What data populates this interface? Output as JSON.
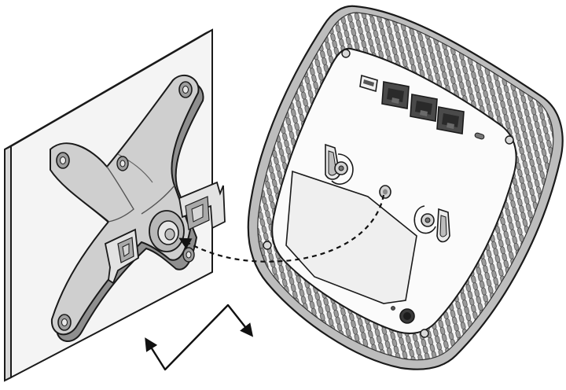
{
  "figure": {
    "kind": "installation-illustration",
    "steps": [
      "mount-bracket-on-wall",
      "align-access-point",
      "rotate-to-lock"
    ]
  },
  "colors": {
    "background": "#ffffff",
    "outline": "#1a1a1a",
    "bracket_fill": "#c9c9c9",
    "bracket_shadow": "#8f8f8f",
    "wall_fill": "#f2f2f2",
    "ap_rim": "#b9b9b9",
    "ap_face": "#f7f7f7",
    "label_area": "#efefef",
    "port": "#3a3a3a"
  },
  "icons": {
    "ethernet_ports": 3,
    "usb_port": 1,
    "slots": 2
  }
}
